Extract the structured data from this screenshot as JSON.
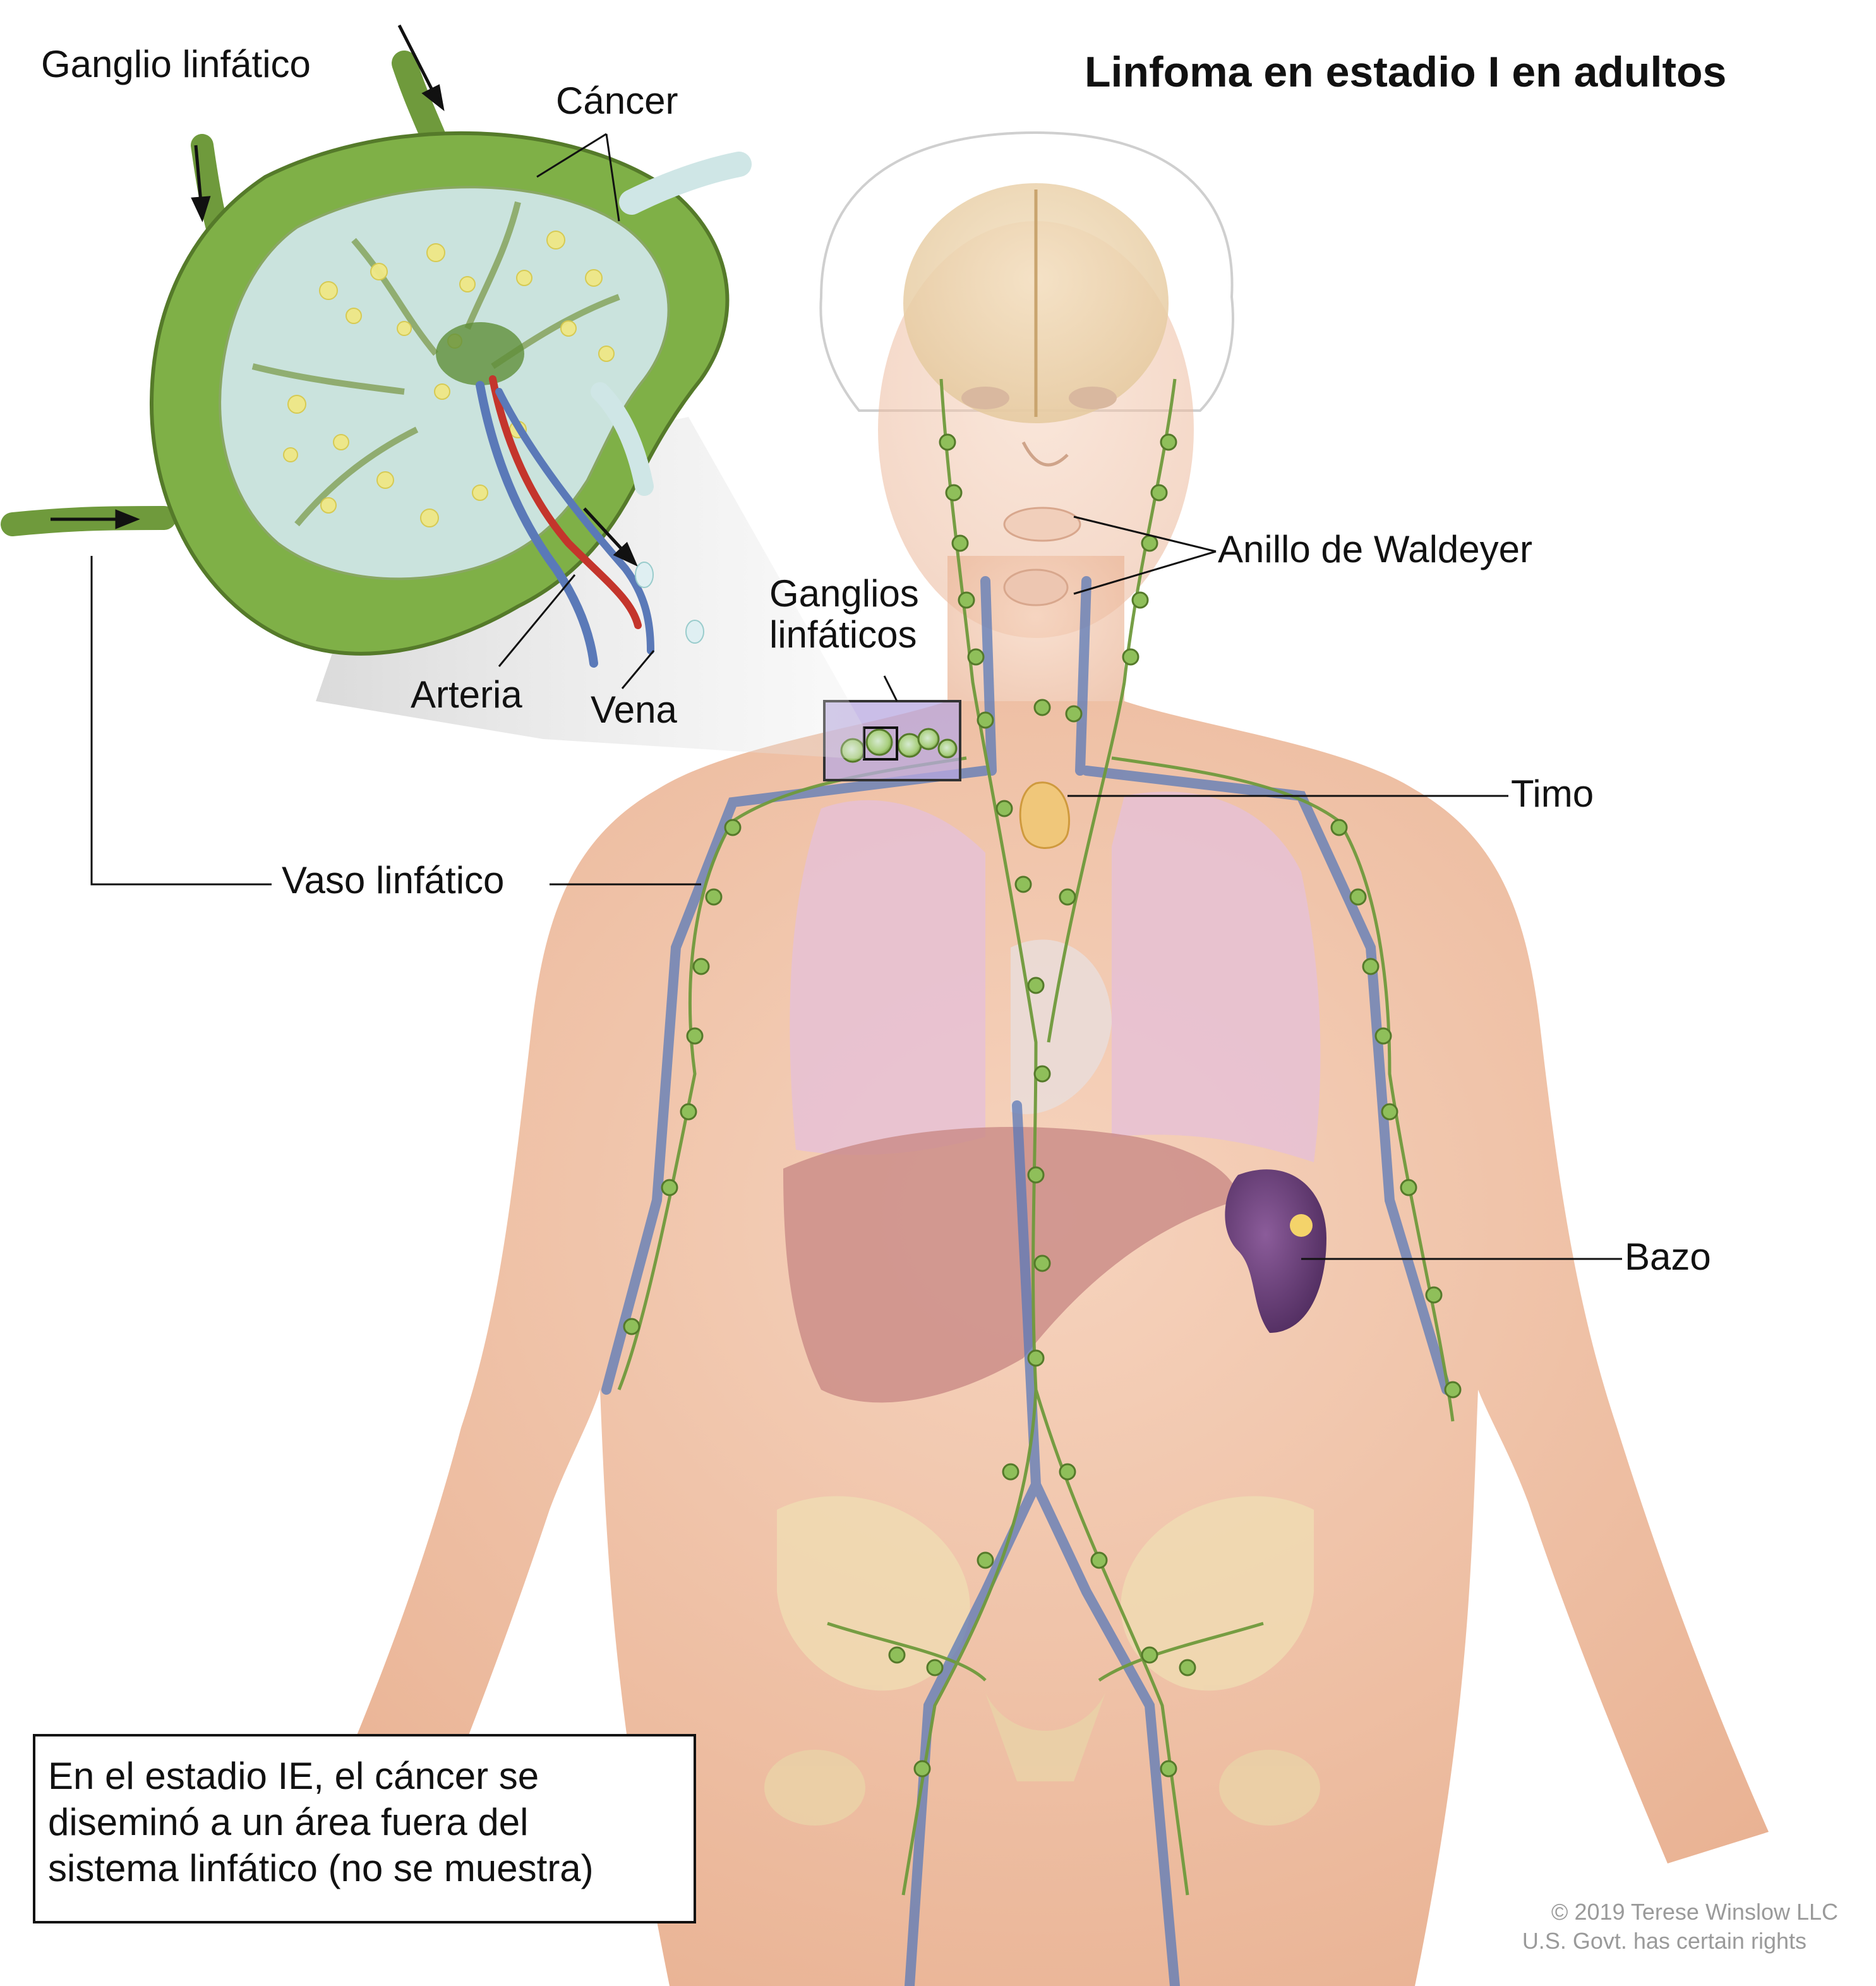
{
  "title": "Linfoma en estadio I en adultos",
  "labels": {
    "ganglio_linfatico": "Ganglio linfático",
    "cancer": "Cáncer",
    "arteria": "Arteria",
    "vena": "Vena",
    "ganglios_linfaticos_line1": "Ganglios",
    "ganglios_linfaticos_line2": "linfáticos",
    "anillo_de_waldeyer": "Anillo de Waldeyer",
    "timo": "Timo",
    "vaso_linfatico": "Vaso linfático",
    "bazo": "Bazo"
  },
  "note_lines": [
    "En el estadio IE, el cáncer se",
    "diseminó a un área fuera del",
    "sistema linfático (no se muestra)"
  ],
  "credit": {
    "line1": "© 2019 Terese Winslow LLC",
    "line2": "U.S. Govt. has certain rights"
  },
  "colors": {
    "skin": "#f2c7ab",
    "lymph_green": "#6f9a3c",
    "node_green": "#8fbf5a",
    "lung": "#e8c3d6",
    "liver": "#c98a86",
    "spleen": "#6a3f78",
    "vein_blue": "#5a79b8",
    "artery_red": "#c4352c",
    "cancer_yellow": "#efe886"
  }
}
